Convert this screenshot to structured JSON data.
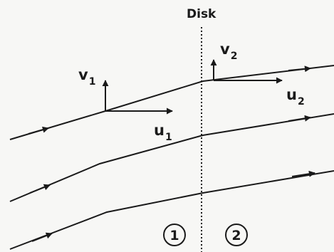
{
  "disk": {
    "label": "Disk"
  },
  "vectors": {
    "v1": {
      "base": "v",
      "sub": "1"
    },
    "u1": {
      "base": "u",
      "sub": "1"
    },
    "v2": {
      "base": "v",
      "sub": "2"
    },
    "u2": {
      "base": "u",
      "sub": "2"
    }
  },
  "regions": [
    {
      "label": "1"
    },
    {
      "label": "2"
    }
  ],
  "colors": {
    "ink": "#1a1a1a",
    "background": "#f7f7f5"
  }
}
